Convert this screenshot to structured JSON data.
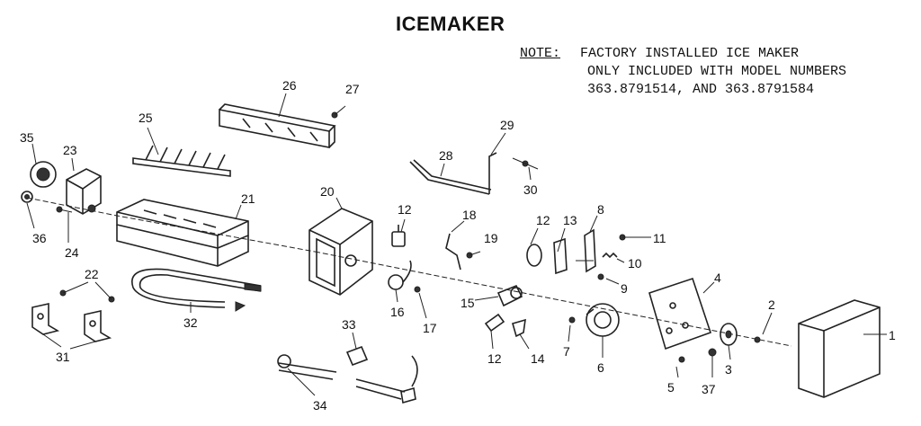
{
  "diagram": {
    "title": "ICEMAKER",
    "note": {
      "label": "NOTE:",
      "lines": [
        "FACTORY INSTALLED ICE MAKER",
        "ONLY INCLUDED WITH MODEL NUMBERS",
        "363.8791514, AND 363.8791584"
      ]
    },
    "callouts": [
      "1",
      "2",
      "3",
      "4",
      "5",
      "6",
      "7",
      "8",
      "9",
      "10",
      "11",
      "12",
      "12",
      "12",
      "13",
      "14",
      "15",
      "16",
      "17",
      "18",
      "19",
      "20",
      "21",
      "22",
      "23",
      "24",
      "25",
      "26",
      "27",
      "28",
      "29",
      "30",
      "31",
      "32",
      "33",
      "34",
      "35",
      "36",
      "37"
    ]
  }
}
